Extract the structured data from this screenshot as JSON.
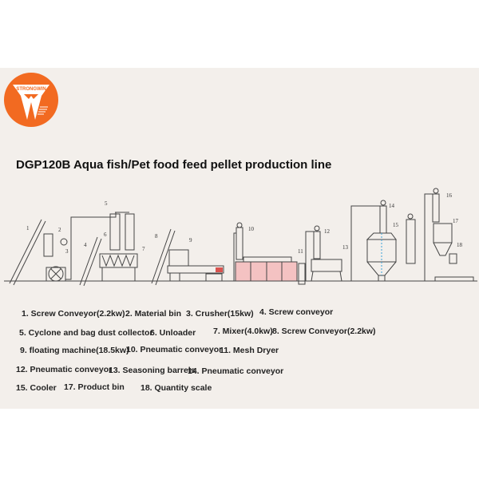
{
  "brand": {
    "name": "STRONGWIN",
    "color": "#f26a21"
  },
  "title": "DGP120B Aqua fish/Pet food feed pellet production line",
  "diagram_numbers": [
    "1",
    "2",
    "3",
    "4",
    "5",
    "6",
    "7",
    "8",
    "9",
    "10",
    "11",
    "12",
    "13",
    "14",
    "15",
    "16",
    "17",
    "18"
  ],
  "legend": [
    [
      "1. Screw Conveyor(2.2kw)",
      "2. Material bin",
      "3. Crusher(15kw)",
      "4. Screw conveyor"
    ],
    [
      "5. Cyclone and bag dust collector",
      "6. Unloader",
      "7. Mixer(4.0kw)",
      "8. Screw Conveyor(2.2kw)"
    ],
    [
      "9. floating machine(18.5kw)",
      "10. Pneumatic conveyor",
      "11. Mesh Dryer"
    ],
    [
      "12. Pneumatic conveyor",
      "13. Seasoning barrels",
      "14. Pneumatic conveyor"
    ],
    [
      "15. Cooler",
      "17. Product bin",
      "18. Quantity scale"
    ]
  ],
  "colors": {
    "line": "#444444",
    "leader": "#d9534f",
    "dryer": "#f4c2c2",
    "accent": "#3aa0d8"
  }
}
